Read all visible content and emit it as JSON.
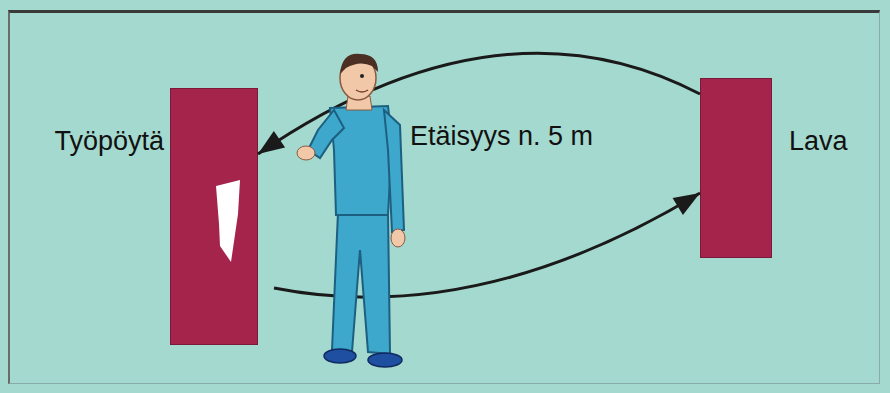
{
  "diagram": {
    "nodes": [
      {
        "text": [
          "Työpöytä"
        ]
      },
      {
        "text": [
          "Lava"
        ]
      }
    ],
    "edges": [
      {
        "from": 1,
        "to": 0,
        "arrow": "to"
      },
      {
        "from": 0,
        "to": 1,
        "arrow": "to"
      }
    ],
    "labels": [
      "Etäisyys n. 5 m"
    ]
  }
}
